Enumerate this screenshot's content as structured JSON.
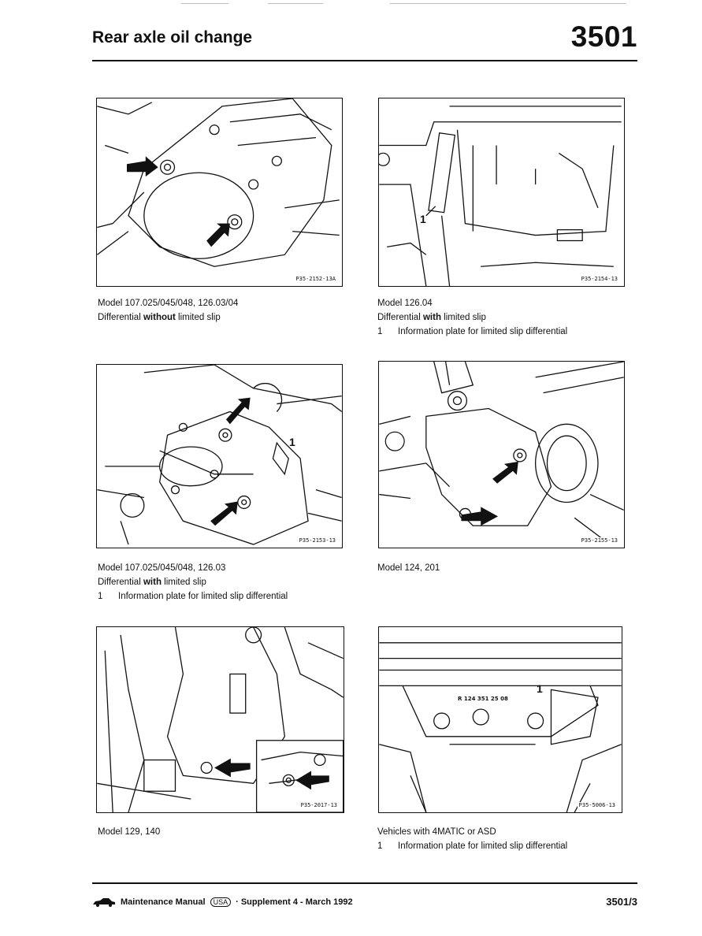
{
  "header": {
    "title": "Rear axle oil change",
    "doc_number": "3501"
  },
  "figures": [
    {
      "code": "P35-2152-13A",
      "caption": {
        "line1": "Model 107.025/045/048, 126.03/04",
        "line2_pre": "Differential ",
        "line2_bold": "without",
        "line2_post": " limited slip"
      }
    },
    {
      "code": "P35-2154-13",
      "callout": "1",
      "caption": {
        "line1": "Model 126.04",
        "line2_pre": "Differential ",
        "line2_bold": "with",
        "line2_post": " limited slip",
        "legend_num": "1",
        "legend_text": "Information plate for limited slip differential"
      }
    },
    {
      "code": "P35-2153-13",
      "callout": "1",
      "caption": {
        "line1": "Model 107.025/045/048, 126.03",
        "line2_pre": "Differential ",
        "line2_bold": "with",
        "line2_post": " limited slip",
        "legend_num": "1",
        "legend_text": "Information plate for limited slip differential"
      }
    },
    {
      "code": "P35-2155-13",
      "caption": {
        "line1": "Model 124, 201"
      }
    },
    {
      "code": "P35-2017-13",
      "caption": {
        "line1": "Model 129, 140"
      }
    },
    {
      "code": "P35-5006-13",
      "callout": "1",
      "plate_text": "R 124 351 25 08",
      "caption": {
        "line1": "Vehicles with 4MATIC or ASD",
        "legend_num": "1",
        "legend_text": "Information plate for limited slip differential"
      }
    }
  ],
  "footer": {
    "logo_icon": "car-icon",
    "manual": "Maintenance Manual",
    "region": "USA",
    "supplement": "· Supplement 4 - March 1992",
    "page": "3501/3"
  }
}
